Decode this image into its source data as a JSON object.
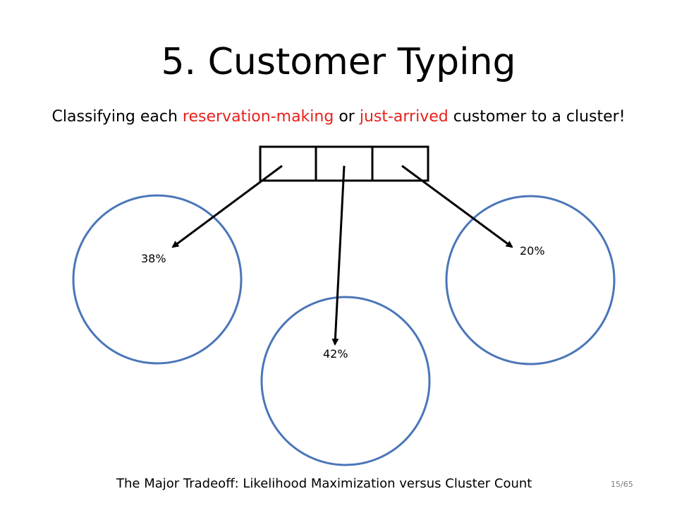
{
  "slide": {
    "title": "5. Customer Typing",
    "subtitle": {
      "part1": "Classifying each ",
      "highlight1": "reservation-making",
      "part2": " or ",
      "highlight2": "just-arrived",
      "part3": " customer to a cluster!"
    },
    "clusters": [
      {
        "label": "38%"
      },
      {
        "label": "42%"
      },
      {
        "label": "20%"
      }
    ],
    "footer": "The Major Tradeoff: Likelihood Maximization versus Cluster Count",
    "page_number": "15/65",
    "colors": {
      "highlight": "#e8201c",
      "circle_stroke": "#4a76b8",
      "arrow": "#000000"
    }
  }
}
